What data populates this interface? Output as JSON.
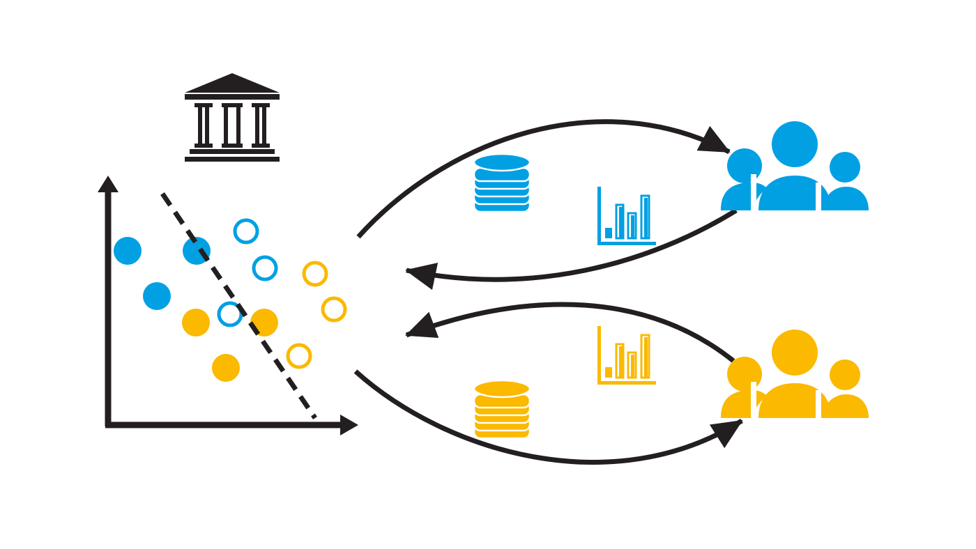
{
  "colors": {
    "stroke": "#231f20",
    "blue": "#00a0e3",
    "yellow": "#fbb900",
    "background": "#ffffff"
  },
  "icons": {
    "institution": "bank-building-icon",
    "group_blue": "people-group-icon",
    "group_yellow": "people-group-icon",
    "data_blue": "database-coin-stack-icon",
    "data_yellow": "database-coin-stack-icon",
    "chart_blue": "bar-chart-icon",
    "chart_yellow": "bar-chart-icon"
  },
  "scatter": {
    "points": [
      {
        "group": "blue",
        "style": "filled"
      },
      {
        "group": "blue",
        "style": "filled"
      },
      {
        "group": "blue",
        "style": "filled"
      },
      {
        "group": "blue",
        "style": "hollow"
      },
      {
        "group": "blue",
        "style": "hollow"
      },
      {
        "group": "blue",
        "style": "hollow"
      },
      {
        "group": "yellow",
        "style": "filled"
      },
      {
        "group": "yellow",
        "style": "filled"
      },
      {
        "group": "yellow",
        "style": "filled"
      },
      {
        "group": "yellow",
        "style": "hollow"
      },
      {
        "group": "yellow",
        "style": "hollow"
      },
      {
        "group": "yellow",
        "style": "hollow"
      }
    ],
    "boundary": "dashed-line"
  },
  "flows": [
    {
      "from": "model",
      "to": "group_blue",
      "direction": "outgoing"
    },
    {
      "from": "group_blue",
      "to": "model",
      "direction": "incoming"
    },
    {
      "from": "group_yellow",
      "to": "model",
      "direction": "incoming"
    },
    {
      "from": "model",
      "to": "group_yellow",
      "direction": "outgoing"
    }
  ]
}
